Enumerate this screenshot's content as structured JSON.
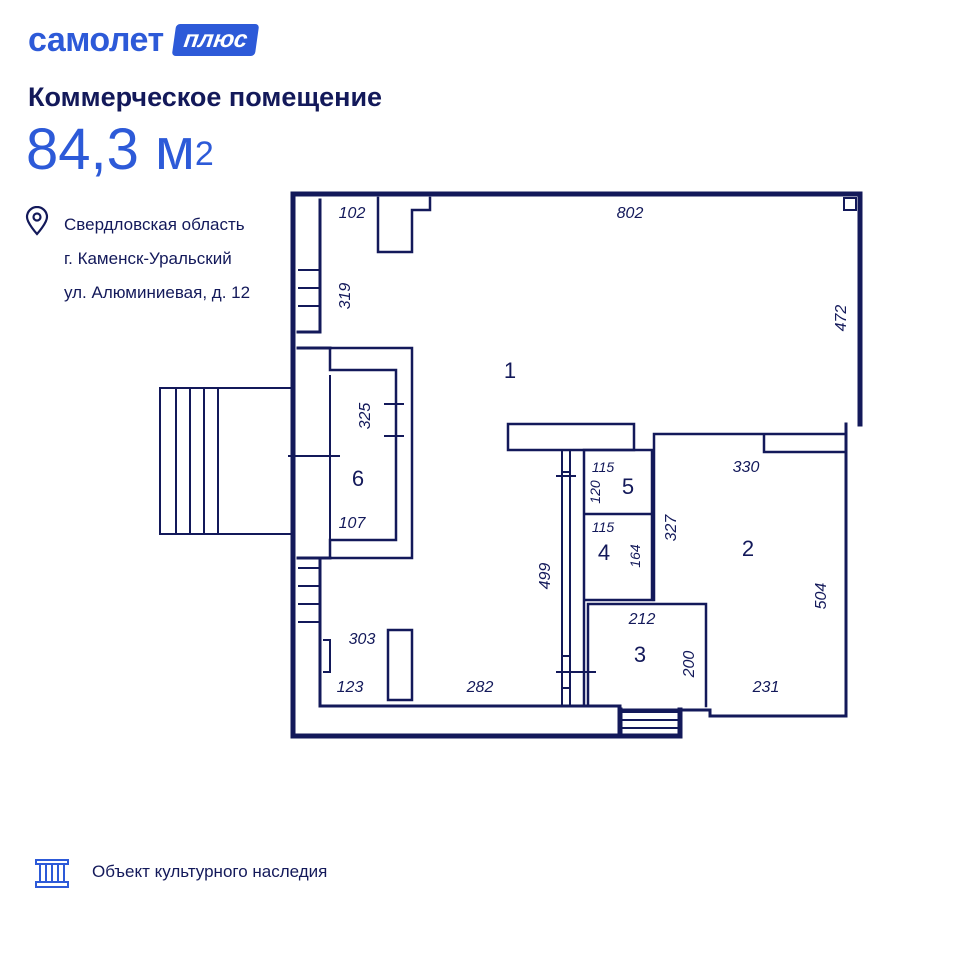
{
  "brand": {
    "name": "самолет",
    "badge": "плюс",
    "color": "#2d5ad8"
  },
  "listing": {
    "title": "Коммерческое помещение",
    "area_value": "84,3 м",
    "area_sup": "2",
    "address": [
      "Свердловская область",
      "г. Каменск-Уральский",
      "ул. Алюминиевая, д. 12"
    ]
  },
  "floorplan": {
    "wall_color": "#13195a",
    "rooms": [
      "1",
      "2",
      "3",
      "4",
      "5",
      "6"
    ],
    "dimensions": [
      "102",
      "802",
      "319",
      "472",
      "325",
      "107",
      "330",
      "115",
      "120",
      "115",
      "164",
      "327",
      "499",
      "212",
      "200",
      "504",
      "303",
      "123",
      "282",
      "231"
    ]
  },
  "footer": {
    "text": "Объект культурного наследия",
    "icon": "heritage-column-icon"
  }
}
